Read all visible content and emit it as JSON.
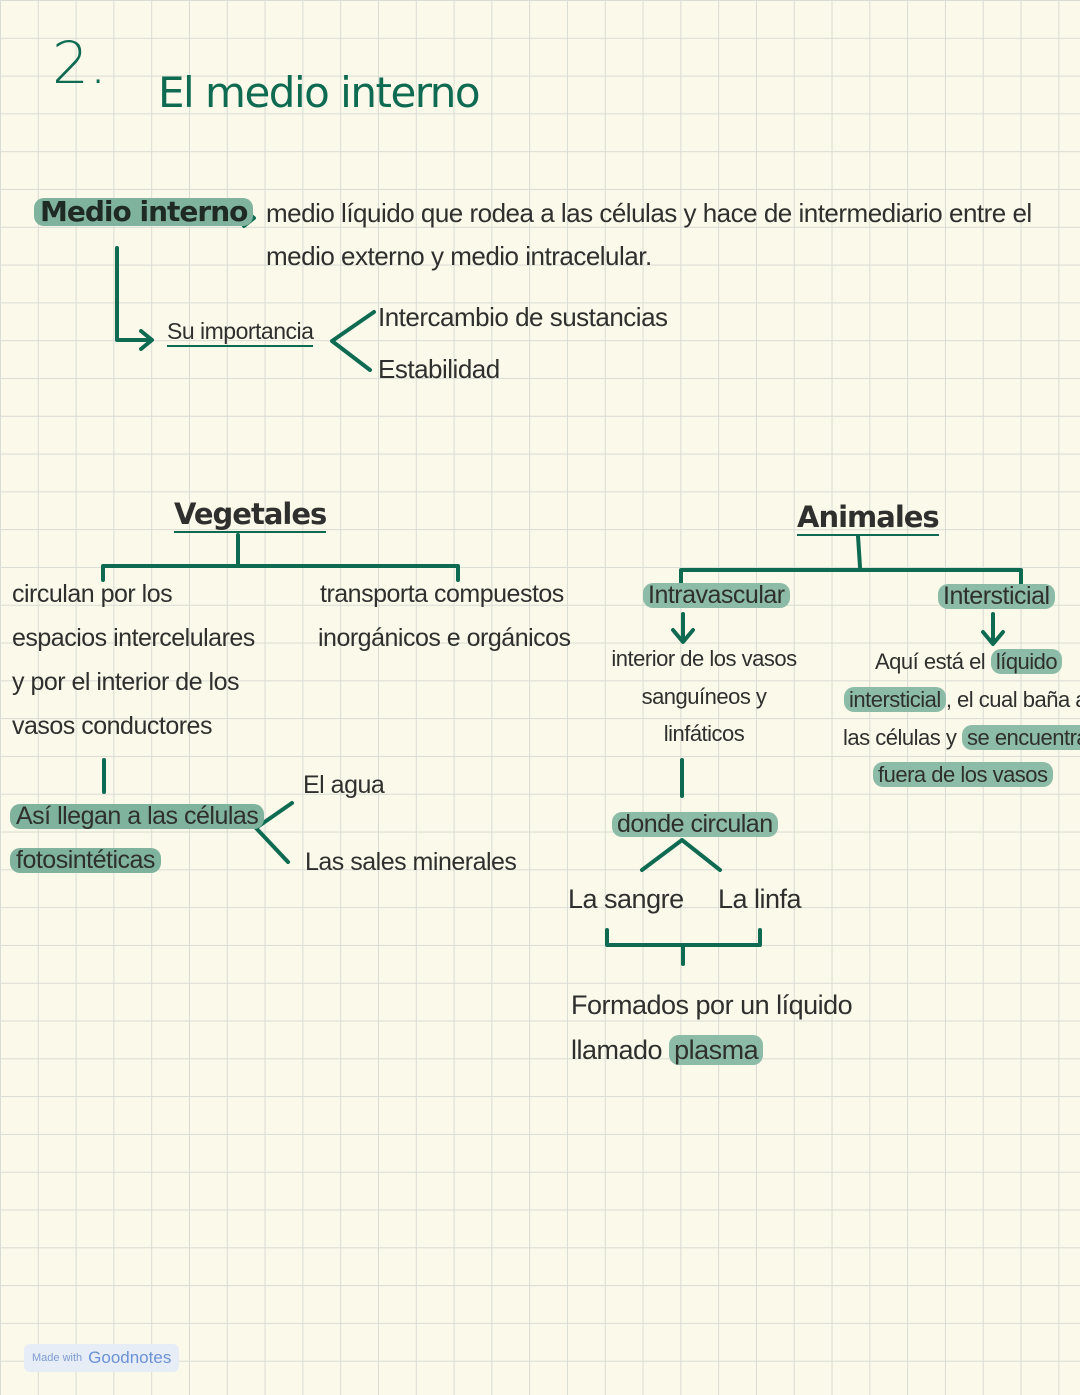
{
  "heading": {
    "number": "2.",
    "title": "El medio interno"
  },
  "definition": {
    "term": "Medio interno",
    "line1": "medio líquido que rodea a las células y hace de intermediario entre el",
    "line2": "medio externo y medio intracelular."
  },
  "importance": {
    "label": "Su importancia",
    "items": [
      "Intercambio de sustancias",
      "Estabilidad"
    ]
  },
  "vegetales": {
    "title": "Vegetales",
    "left": [
      "circulan por los",
      "espacios intercelulares",
      "y por el interior de los",
      "vasos conductores"
    ],
    "right": [
      "transporta compuestos",
      "inorgánicos e orgánicos"
    ],
    "result": [
      "Así llegan a las células",
      "fotosintéticas"
    ],
    "substances": [
      "El agua",
      "Las sales minerales"
    ]
  },
  "animales": {
    "title": "Animales",
    "intravascular": {
      "title": "Intravascular",
      "desc": [
        "interior de los vasos",
        "sanguíneos y",
        "linfáticos"
      ],
      "where": "donde circulan",
      "fluids": [
        "La sangre",
        "La linfa"
      ],
      "formed": [
        "Formados por un líquido",
        "llamado"
      ],
      "plasma": "plasma"
    },
    "intersticial": {
      "title": "Intersticial",
      "line1_pre": "Aquí está el",
      "line1_hl": "líquido",
      "line2_hl": "intersticial",
      "line2_post": ", el cual baña a",
      "line3_pre": "las células y",
      "line3_hl": "se encuentra",
      "line4_hl": "fuera de los vasos"
    }
  },
  "watermark": {
    "small": "Made with",
    "brand": "Goodnotes"
  },
  "colors": {
    "accent": "#0e6b52",
    "highlight": "#7fb39e",
    "paper": "#fbf9ea"
  }
}
